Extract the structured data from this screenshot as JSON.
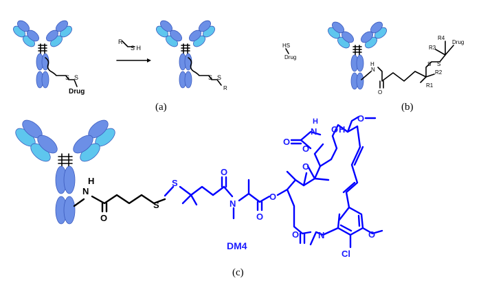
{
  "panel_a": {
    "label": "(a)",
    "reagent_R": "R",
    "reagent_SH": "S H",
    "left_S1": "S",
    "left_S2": "S",
    "left_drug": "Drug",
    "right_S1": "S",
    "right_S2": "S",
    "right_R": "R"
  },
  "panel_b": {
    "label": "(b)",
    "free_SH": "HS",
    "free_drug": "Drug",
    "NH": "H",
    "N": "N",
    "O": "O",
    "S1": "S",
    "S2": "S",
    "R1": "R1",
    "R2": "R2",
    "R3": "R3",
    "R4": "R4",
    "drug": "Drug"
  },
  "panel_c": {
    "label": "(c)",
    "drug_name": "DM4",
    "atoms": {
      "H": "H",
      "N_link": "N",
      "O_link": "O",
      "S1": "S",
      "S2": "S",
      "O_amide": "O",
      "N_amide": "N",
      "O_ester_carbonyl": "O",
      "O_ester": "O",
      "O_epox": "O",
      "O_top": "O",
      "N_top": "N",
      "H_top": "H",
      "O_oh": "O",
      "H_oh": "H",
      "O_me": "O",
      "O_ring": "O",
      "O_lactam": "O",
      "N_lactam": "N",
      "Cl": "Cl",
      "O_ome": "O"
    }
  }
}
